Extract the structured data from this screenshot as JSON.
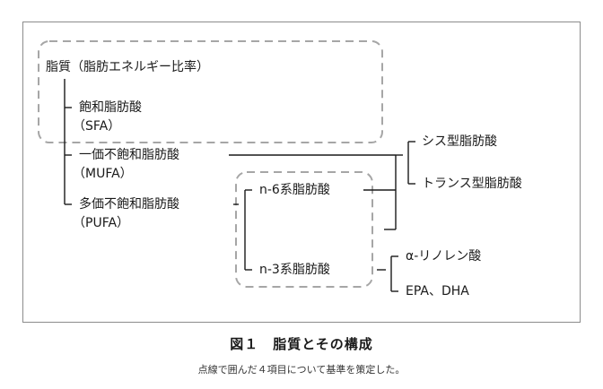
{
  "nodes": {
    "root": "脂質（脂肪エネルギー比率）",
    "sfa": "飽和脂肪酸",
    "sfa_abbr": "（SFA）",
    "mufa": "一価不飽和脂肪酸",
    "mufa_abbr": "（MUFA）",
    "pufa": "多価不飽和脂肪酸",
    "pufa_abbr": "（PUFA）",
    "n6": "n-6系脂肪酸",
    "n3": "n-3系脂肪酸",
    "cis": "シス型脂肪酸",
    "trans": "トランス型脂肪酸",
    "ala": "α-リノレン酸",
    "epa_dha": "EPA、DHA"
  },
  "caption": {
    "title": "図１　脂質とその構成",
    "note": "点線で囲んだ４項目について基準を策定した。"
  },
  "colors": {
    "line": "#1a1a1a",
    "dashed_box": "#a6a6a6",
    "frame": "#8c8c8c"
  }
}
